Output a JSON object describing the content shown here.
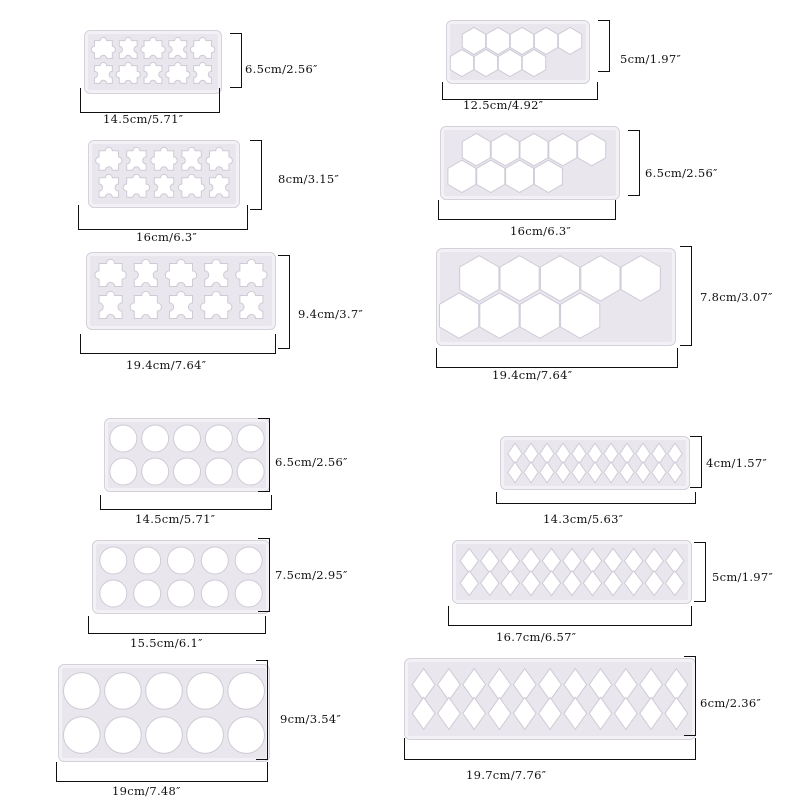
{
  "products": [
    {
      "id": "puzzle-small",
      "shape": "puzzle",
      "width_label": "14.5cm/5.71″",
      "height_label": "6.5cm/2.56″"
    },
    {
      "id": "puzzle-medium",
      "shape": "puzzle",
      "width_label": "16cm/6.3″",
      "height_label": "8cm/3.15″"
    },
    {
      "id": "puzzle-large",
      "shape": "puzzle",
      "width_label": "19.4cm/7.64″",
      "height_label": "9.4cm/3.7″"
    },
    {
      "id": "hexagon-small",
      "shape": "hexagon",
      "width_label": "12.5cm/4.92″",
      "height_label": "5cm/1.97″"
    },
    {
      "id": "hexagon-medium",
      "shape": "hexagon",
      "width_label": "16cm/6.3″",
      "height_label": "6.5cm/2.56″"
    },
    {
      "id": "hexagon-large",
      "shape": "hexagon",
      "width_label": "19.4cm/7.64″",
      "height_label": "7.8cm/3.07″"
    },
    {
      "id": "circle-small",
      "shape": "circle",
      "width_label": "14.5cm/5.71″",
      "height_label": "6.5cm/2.56″"
    },
    {
      "id": "circle-medium",
      "shape": "circle",
      "width_label": "15.5cm/6.1″",
      "height_label": "7.5cm/2.95″"
    },
    {
      "id": "circle-large",
      "shape": "circle",
      "width_label": "19cm/7.48″",
      "height_label": "9cm/3.54″"
    },
    {
      "id": "diamond-small",
      "shape": "diamond",
      "width_label": "14.3cm/5.63″",
      "height_label": "4cm/1.57″"
    },
    {
      "id": "diamond-medium",
      "shape": "diamond",
      "width_label": "16.7cm/6.57″",
      "height_label": "5cm/1.97″"
    },
    {
      "id": "diamond-large",
      "shape": "diamond",
      "width_label": "19.7cm/7.76″",
      "height_label": "6cm/2.36″"
    }
  ],
  "colors": {
    "cutter": "#e9e6ee",
    "hole": "#ffffff",
    "dimension": "#111111"
  }
}
